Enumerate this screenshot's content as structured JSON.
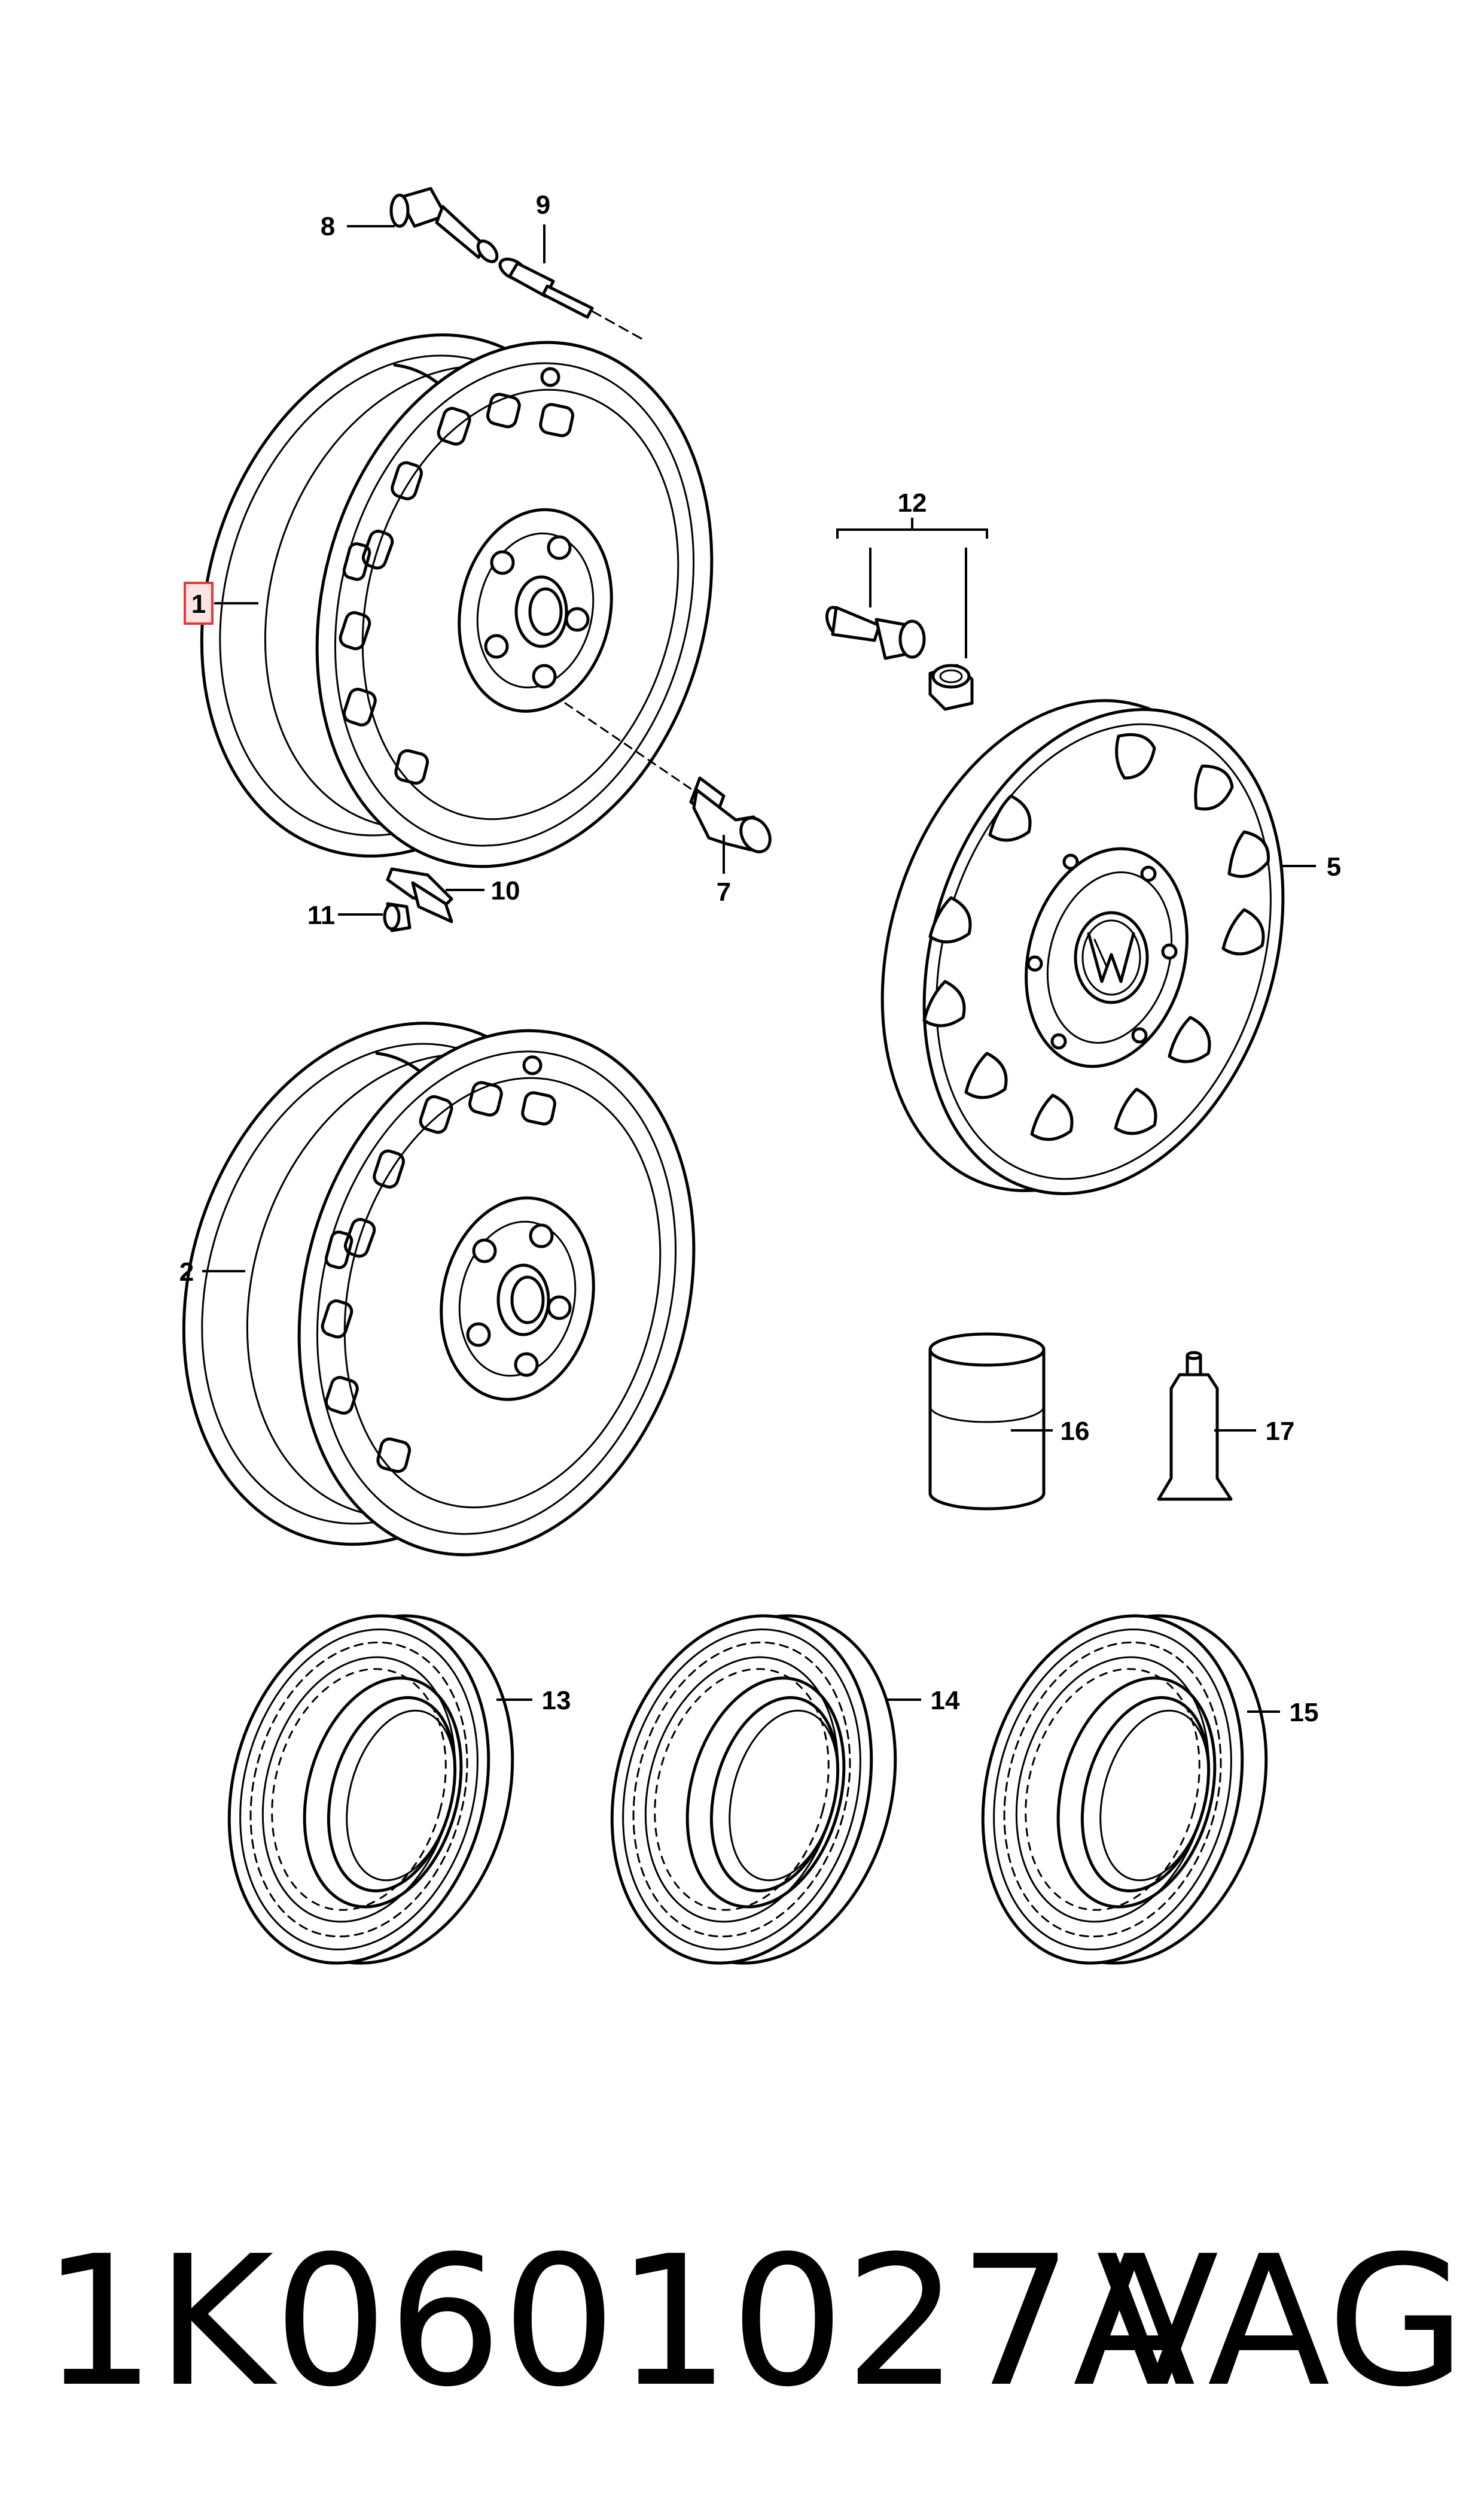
{
  "callouts": {
    "c1": "1",
    "c2": "2",
    "c5": "5",
    "c7": "7",
    "c8": "8",
    "c9": "9",
    "c10": "10",
    "c11": "11",
    "c12": "12",
    "c13": "13",
    "c14": "14",
    "c15": "15",
    "c16": "16",
    "c17": "17"
  },
  "footer": {
    "part_number": "1K0601027A",
    "brand": "VAG"
  },
  "colors": {
    "line": "#000000",
    "background": "#ffffff",
    "highlight_fill": "#fde4e4",
    "highlight_stroke": "#e23b3b"
  }
}
